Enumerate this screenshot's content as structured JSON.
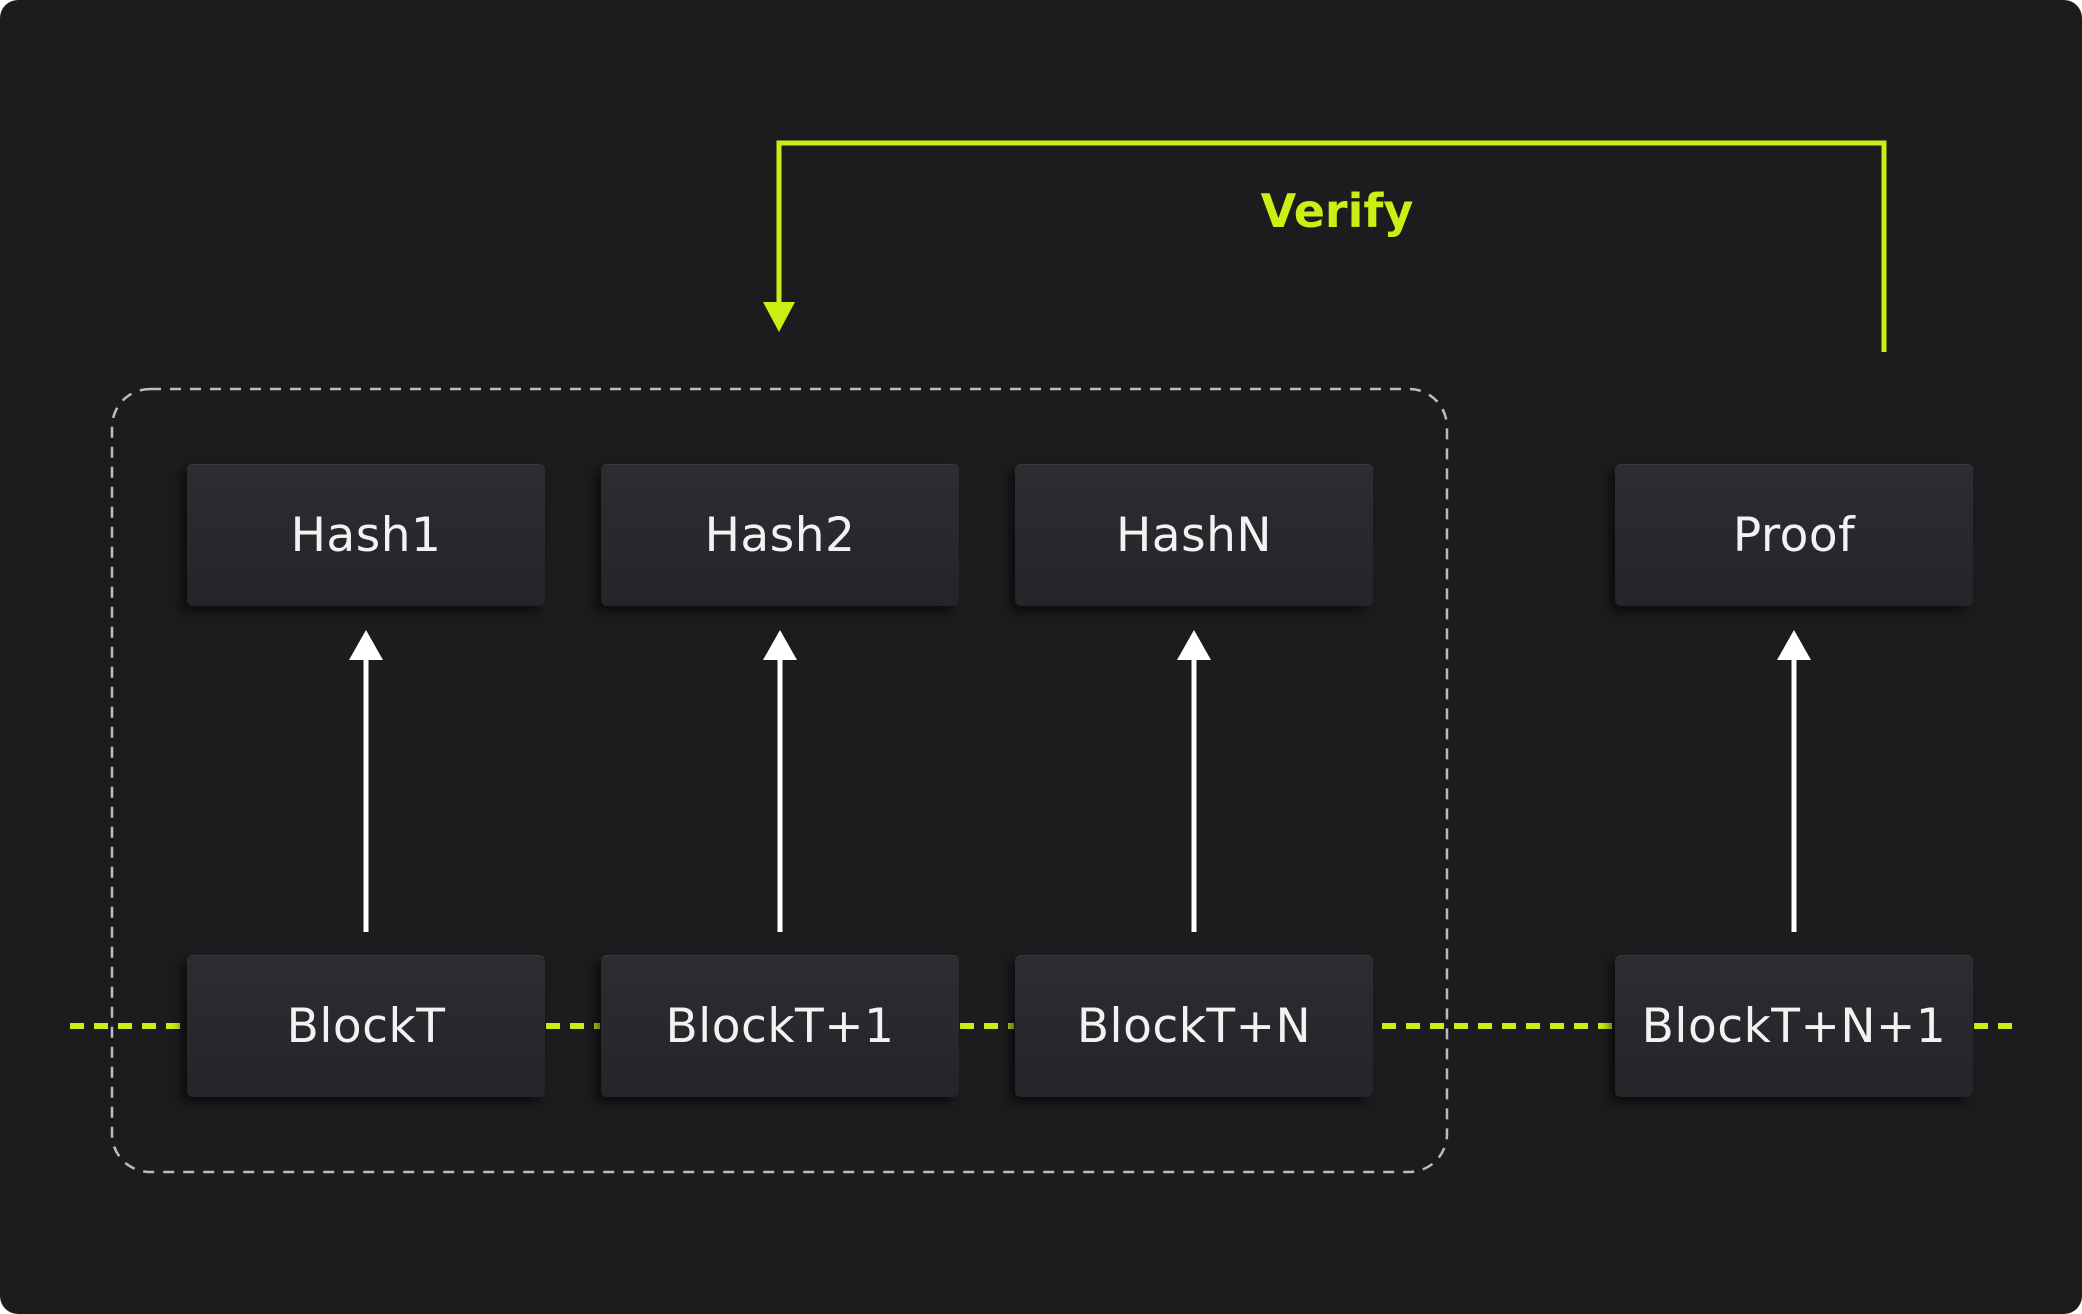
{
  "diagram": {
    "verify_label": "Verify",
    "hash_nodes": [
      "Hash1",
      "Hash2",
      "HashN"
    ],
    "proof_node": "Proof",
    "block_nodes": [
      "BlockT",
      "BlockT+1",
      "BlockT+N",
      "BlockT+N+1"
    ],
    "colors": {
      "background": "#1c1c1e",
      "node": "#2a2a2e",
      "accent": "#c9ef15",
      "arrow": "#ffffff",
      "group_border": "#bdbdbd"
    }
  }
}
